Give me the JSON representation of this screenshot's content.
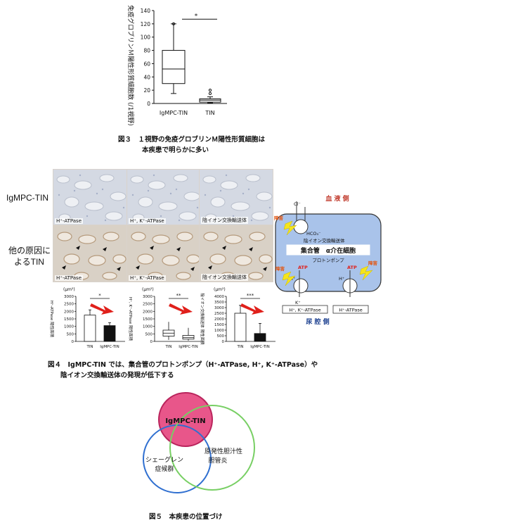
{
  "fig3": {
    "caption_line1": "図３　１視野の免疫グロブリンＭ陽性形質細胞は",
    "caption_line2": "本疾患で明らかに多い",
    "chart_data": {
      "type": "box",
      "ylabel": "免疫グロブリンＭ陽性形質細胞数 (/1視野)",
      "ylim": [
        0,
        140
      ],
      "yticks": [
        "0",
        "20",
        "40",
        "60",
        "80",
        "100",
        "120",
        "140"
      ],
      "categories": [
        "IgMPC-TIN",
        "TIN"
      ],
      "boxes": [
        {
          "category": "IgMPC-TIN",
          "min": 15,
          "q1": 30,
          "median": 52,
          "q3": 80,
          "max": 120,
          "outliers": [
            120
          ]
        },
        {
          "category": "TIN",
          "min": 1,
          "q1": 2,
          "median": 5,
          "q3": 7,
          "max": 10,
          "outliers": [
            15,
            20
          ]
        }
      ],
      "significance": "*"
    }
  },
  "fig4": {
    "row1_label": "IgMPC-TIN",
    "row2_label_line1": "他の原因に",
    "row2_label_line2": "よるTIN",
    "tile_labels": [
      "H⁺-ATPase",
      "H⁺, K⁺-ATPase",
      "陰イオン交換輸送体"
    ],
    "caption_line1": "図４　IgMPC-TIN では、集合管のプロトンポンプ（H⁺-ATPase, H⁺, K⁺-ATPase）や",
    "caption_line2": "陰イオン交換輸送体の発現が低下する",
    "chart_data": [
      {
        "type": "bar",
        "unit": "(μm²)",
        "ylabel": "H⁺-ATPase 陽性面積",
        "yticks": [
          "0",
          "500",
          "1000",
          "1500",
          "2000",
          "2500",
          "3000"
        ],
        "ylim": [
          0,
          3000
        ],
        "categories": [
          "TIN",
          "IgMPC-TIN"
        ],
        "values": [
          1750,
          1050
        ],
        "errors": [
          350,
          200
        ],
        "significance": "*"
      },
      {
        "type": "box",
        "unit": "(μm²)",
        "ylabel": "H⁺, K⁺-ATPase 陽性面積",
        "yticks": [
          "0",
          "500",
          "1000",
          "1500",
          "2000",
          "2500",
          "3000"
        ],
        "ylim": [
          0,
          3000
        ],
        "categories": [
          "TIN",
          "IgMPC-TIN"
        ],
        "boxes": [
          {
            "category": "TIN",
            "min": 100,
            "q1": 350,
            "median": 550,
            "q3": 750,
            "max": 1300
          },
          {
            "category": "IgMPC-TIN",
            "min": 50,
            "q1": 150,
            "median": 250,
            "q3": 400,
            "max": 900
          }
        ],
        "significance": "**"
      },
      {
        "type": "bar",
        "unit": "(μm²)",
        "ylabel": "陰イオン交換輸送体 陽性面積",
        "yticks": [
          "0",
          "500",
          "1000",
          "1500",
          "2000",
          "2500",
          "3000",
          "3500",
          "4000"
        ],
        "ylim": [
          0,
          4000
        ],
        "categories": [
          "TIN",
          "IgMPC-TIN"
        ],
        "values": [
          2500,
          700
        ],
        "errors": [
          700,
          900
        ],
        "significance": "***"
      }
    ],
    "diagram": {
      "blood_side": "血 液 側",
      "urine_side": "尿 腔 側",
      "cell_label": "集合管　α介在細胞",
      "anion_exchanger": "陰イオン交換輸送体",
      "proton_pump": "プロトンポンプ",
      "hco3": "HCO₃⁻",
      "cl": "Cl⁻",
      "h_plus": "H⁺",
      "k_plus": "K⁺",
      "atp": "ATP",
      "damage": "障害",
      "box_left": "H⁺, K⁺-ATPase",
      "box_right": "H⁺-ATPase"
    }
  },
  "fig5": {
    "caption": "図５　本疾患の位置づけ",
    "circle_igm": "IgMPC-TIN",
    "circle_sjogren_line1": "シェーグレン",
    "circle_sjogren_line2": "症候群",
    "circle_pbc_line1": "原発性胆汁性",
    "circle_pbc_line2": "胆管炎"
  },
  "colors": {
    "igm_circle": "#e8568a",
    "sjogren_circle": "#2f6fd0",
    "pbc_circle": "#78cf64",
    "cell_fill": "#a9c3ea",
    "lightning": "#f5e41c",
    "red_arrow": "#e0201b",
    "damage_text": "#e05a1a",
    "blood_text": "#c0392b",
    "urine_text": "#1b3f8f"
  }
}
